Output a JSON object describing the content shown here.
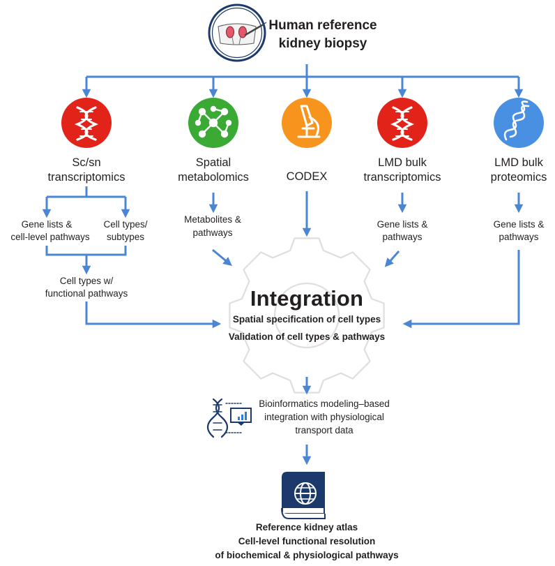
{
  "header": {
    "line1": "Human reference",
    "line2": "kidney biopsy",
    "icon": "kidney-biopsy-icon"
  },
  "modalities": [
    {
      "line1": "Sc/sn",
      "line2": "transcriptomics",
      "icon": "dna-icon",
      "color": "#e2231a"
    },
    {
      "line1": "Spatial",
      "line2": "metabolomics",
      "icon": "molecule-network-icon",
      "color": "#3aaa35"
    },
    {
      "line1": "CODEX",
      "line2": "",
      "icon": "microscope-icon",
      "color": "#f7941d"
    },
    {
      "line1": "LMD bulk",
      "line2": "transcriptomics",
      "icon": "dna-icon",
      "color": "#e2231a"
    },
    {
      "line1": "LMD bulk",
      "line2": "proteomics",
      "icon": "protein-helix-icon",
      "color": "#4a90e2"
    }
  ],
  "outputs": {
    "gene_lists_cell": {
      "line1": "Gene lists &",
      "line2": "cell-level pathways"
    },
    "cell_types": {
      "line1": "Cell types/",
      "line2": "subtypes"
    },
    "cell_types_functional": {
      "line1": "Cell types w/",
      "line2": "functional pathways"
    },
    "metabolites": {
      "line1": "Metabolites &",
      "line2": "pathways"
    },
    "gene_lists_lmd": {
      "line1": "Gene lists &",
      "line2": "pathways"
    },
    "gene_lists_prot": {
      "line1": "Gene lists &",
      "line2": "pathways"
    }
  },
  "integration": {
    "title": "Integration",
    "line1": "Spatial specification of cell types",
    "line2": "Validation of cell types & pathways"
  },
  "bioinformatics": {
    "line1": "Bioinformatics modeling–based",
    "line2": "integration with physiological",
    "line3": "transport data"
  },
  "atlas": {
    "line1": "Reference kidney atlas",
    "line2": "Cell-level functional resolution",
    "line3": "of biochemical & physiological pathways"
  },
  "colors": {
    "arrow": "#4a86d4",
    "navy": "#1b3a6b",
    "gear": "#dcdcdc"
  }
}
